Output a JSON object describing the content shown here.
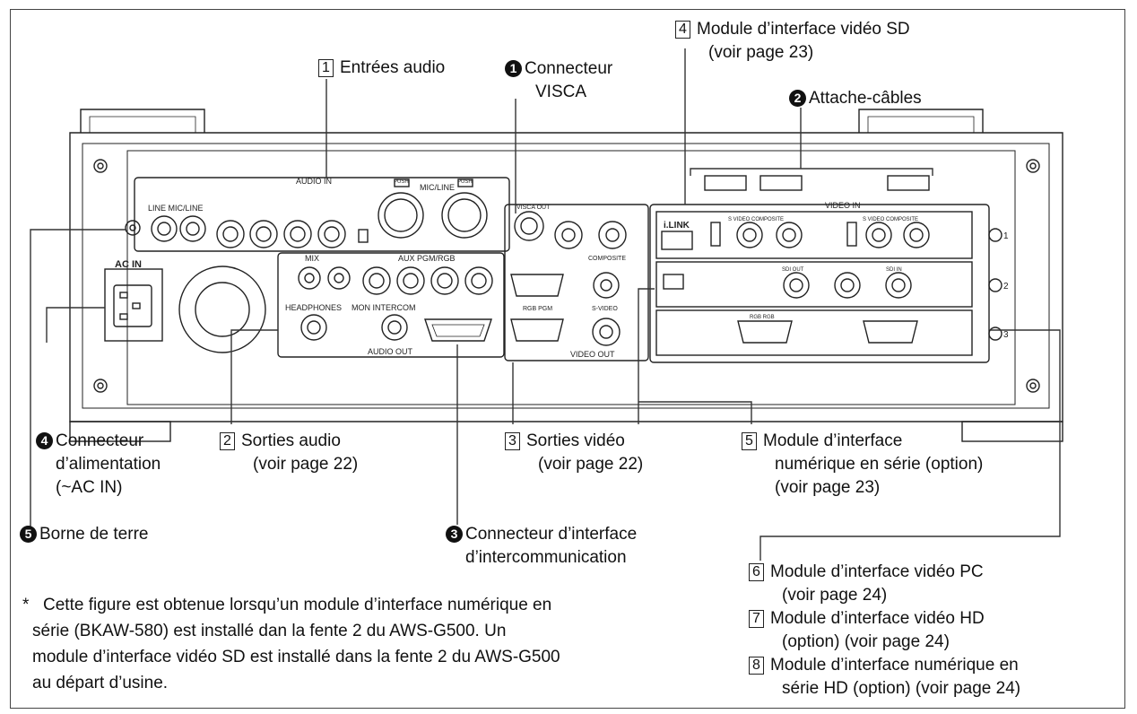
{
  "callouts": {
    "entrees_audio": {
      "num": "1",
      "text": "Entrées audio"
    },
    "connecteur_visca": {
      "num": "1",
      "line1": "Connecteur",
      "line2": "VISCA"
    },
    "module_video_sd": {
      "num": "4",
      "line1": "Module d’interface vidéo SD",
      "line2": "(voir page 23)"
    },
    "attache_cables": {
      "num": "2",
      "text": "Attache-câbles"
    },
    "connecteur_alimentation": {
      "num": "4",
      "line1": "Connecteur",
      "line2": "d’alimentation",
      "line3": "(~AC IN)"
    },
    "sorties_audio": {
      "num": "2",
      "line1": "Sorties audio",
      "line2": "(voir page 22)"
    },
    "sorties_video": {
      "num": "3",
      "line1": "Sorties vidéo",
      "line2": "(voir page 22)"
    },
    "module_numerique": {
      "num": "5",
      "line1": "Module d’interface",
      "line2": "numérique en série (option)",
      "line3": "(voir page 23)"
    },
    "borne_terre": {
      "num": "5",
      "text": "Borne de terre"
    },
    "connecteur_intercom": {
      "num": "3",
      "line1": "Connecteur d’interface",
      "line2": "d’intercommunication"
    },
    "module_video_pc": {
      "num": "6",
      "line1": "Module d’interface vidéo PC",
      "line2": "(voir page 24)"
    },
    "module_video_hd": {
      "num": "7",
      "line1": "Module d’interface vidéo HD",
      "line2": "(option) (voir page 24)"
    },
    "module_numerique_hd": {
      "num": "8",
      "line1": "Module d’interface numérique en",
      "line2": "série HD (option) (voir page 24)"
    }
  },
  "footnote": {
    "star": "*",
    "line1": "Cette figure est obtenue lorsqu’un module d’interface numérique en",
    "line2": "série (BKAW-580) est installé dan la fente 2 du AWS-G500. Un",
    "line3": "module d’interface vidéo SD est installé dans la fente 2 du AWS-G500",
    "line4": "au départ d’usine."
  },
  "panel_labels": {
    "audio_in": "AUDIO IN",
    "audio_out": "AUDIO OUT",
    "video_in": "VIDEO IN",
    "video_out": "VIDEO OUT",
    "ac_in": "AC IN",
    "line_mic_line": "LINE MIC/LINE",
    "mic_line": "MIC/LINE",
    "push": "PUSH",
    "mix": "MIX",
    "aux_pgm_rgb": "AUX PGM/RGB",
    "headphones": "HEADPHONES",
    "mon_intercom": "MON INTERCOM",
    "composite": "COMPOSITE",
    "rgb_pgm": "RGB PGM",
    "s_video": "S-VIDEO",
    "visca": "VISCA OUT",
    "i_link": "i.LINK",
    "s_video_composite": "S VIDEO COMPOSITE",
    "sdi_out": "SDI OUT",
    "sdi_in": "SDI IN",
    "rgb_in": "RGB RGB",
    "slot1": "1",
    "slot2": "2",
    "slot3": "3"
  }
}
